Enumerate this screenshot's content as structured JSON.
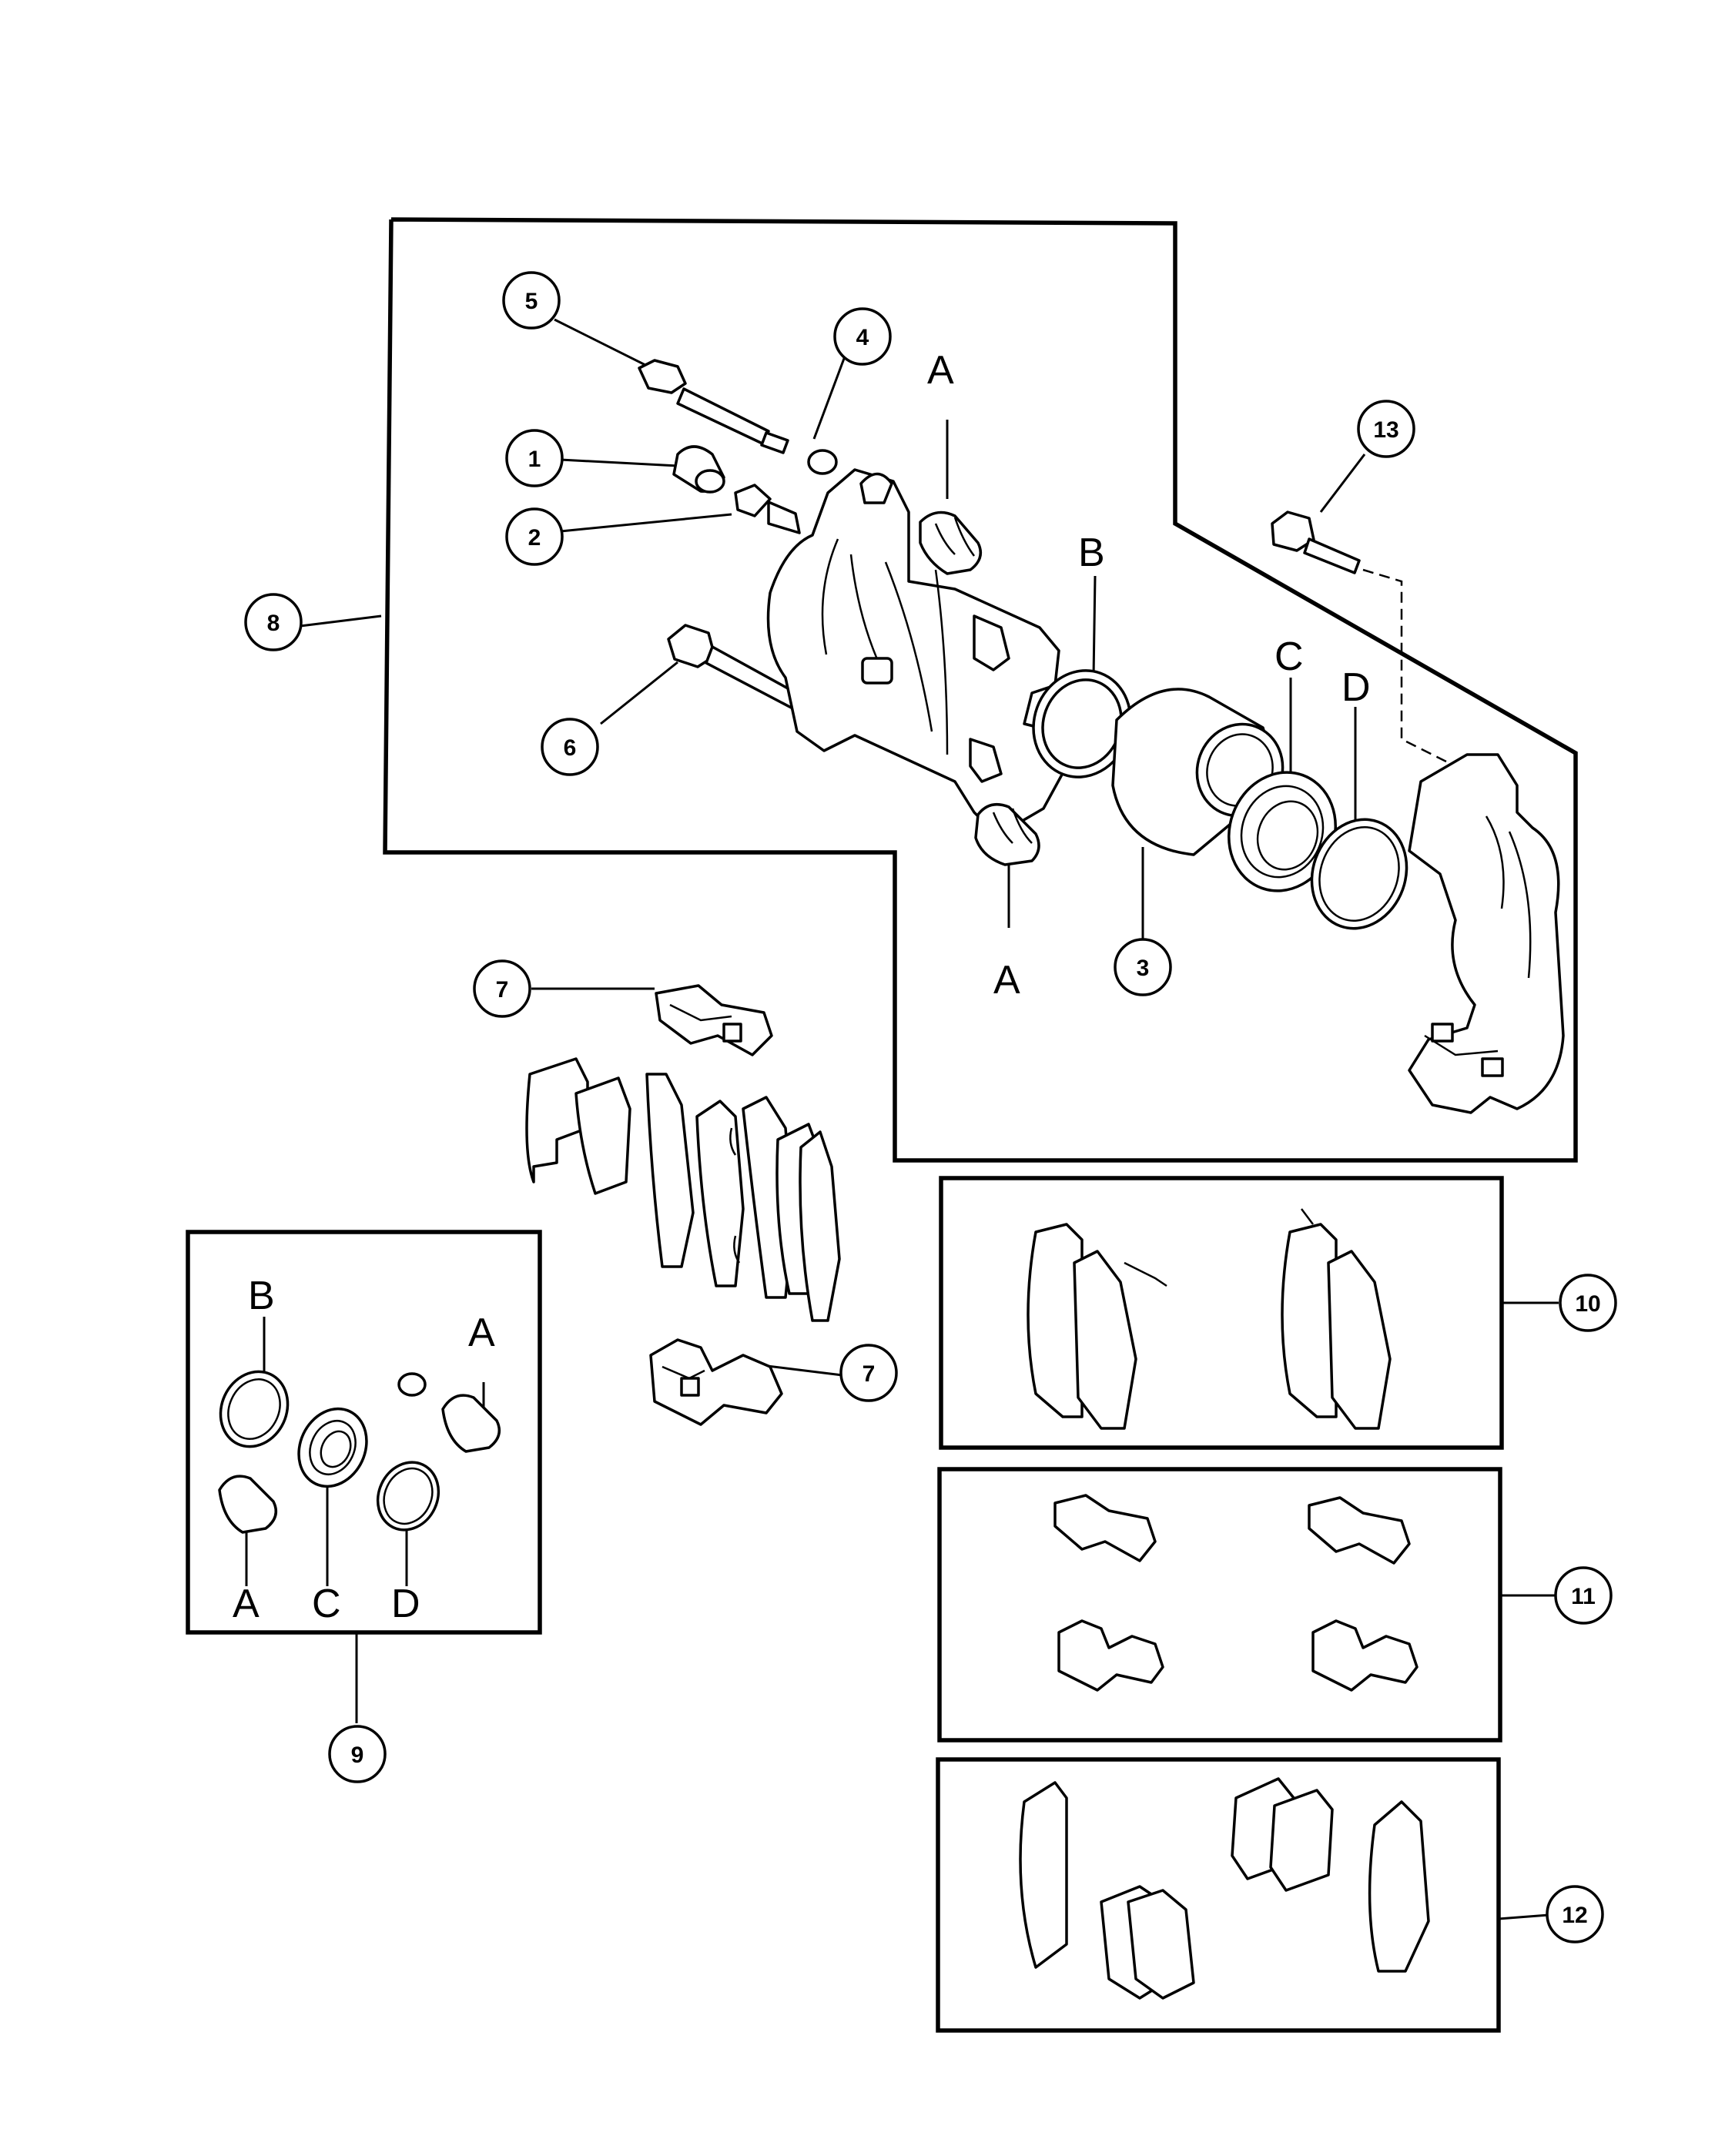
{
  "callouts": {
    "c1": "1",
    "c2": "2",
    "c3": "3",
    "c4": "4",
    "c5": "5",
    "c6": "6",
    "c7a": "7",
    "c7b": "7",
    "c8": "8",
    "c9": "9",
    "c10": "10",
    "c11": "11",
    "c12": "12",
    "c13": "13"
  },
  "letters": {
    "a_top": "A",
    "a_bottom": "A",
    "b": "B",
    "c": "C",
    "d": "D",
    "kit_b": "B",
    "kit_a_right": "A",
    "kit_a_left": "A",
    "kit_c": "C",
    "kit_d": "D"
  }
}
